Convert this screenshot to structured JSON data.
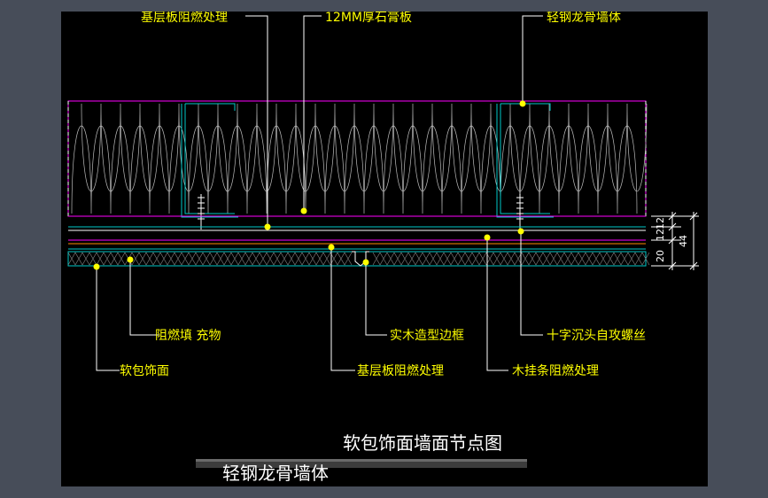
{
  "labels": {
    "top_left": "基层板阻燃处理",
    "top_mid": "12MM厚石膏板",
    "top_right": "轻钢龙骨墙体",
    "fill": "阻燃填 充物",
    "fabric": "软包饰面",
    "wood_frame": "实木造型边框",
    "base_board": "基层板阻燃处理",
    "batten": "木挂条阻燃处理",
    "screw": "十字沉头自攻螺丝"
  },
  "dimensions": {
    "d1": "12",
    "d2": "12",
    "d3": "20",
    "total": "44"
  },
  "title": {
    "main": "软包饰面墙面节点图",
    "sub": "轻钢龙骨墙体"
  },
  "colors": {
    "background": "#000000",
    "frame": "#474d59",
    "leader": "#ffffff",
    "label": "#ffff00",
    "stud": "#00c8c8",
    "board": "#ff00ff",
    "insulation": "#c8c8c8",
    "batten": "#ff8800",
    "fabric_line": "#00c8c8"
  }
}
